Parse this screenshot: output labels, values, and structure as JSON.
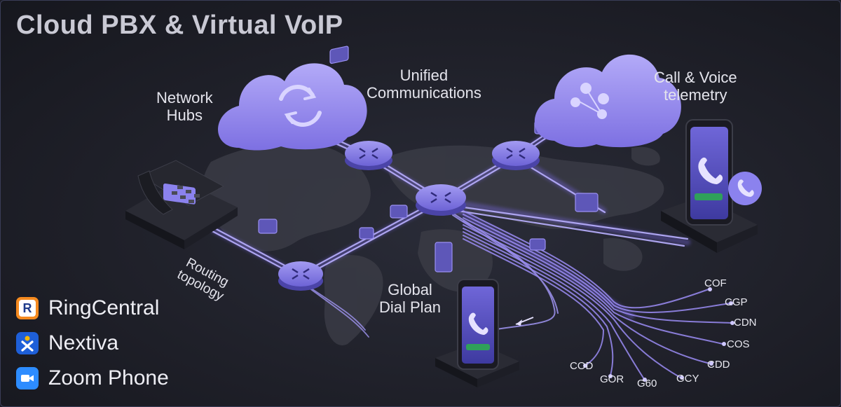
{
  "title": "Cloud PBX & Virtual VoIP",
  "labels": {
    "network_hubs": [
      "Network",
      "Hubs"
    ],
    "unified_comms": [
      "Unified",
      "Communications"
    ],
    "call_voice": [
      "Call & Voice",
      "telemetry"
    ],
    "routing": [
      "Routing",
      "topology"
    ],
    "global_dial": [
      "Global",
      "Dial Plan"
    ]
  },
  "endpoint_codes": [
    "COF",
    "CGP",
    "CDN",
    "COS",
    "CDD",
    "GCY",
    "G60",
    "GOR",
    "COD"
  ],
  "brands": [
    {
      "name": "RingCentral",
      "icon": "ringcentral-icon",
      "color": "#f58a1f"
    },
    {
      "name": "Nextiva",
      "icon": "nextiva-icon",
      "color": "#1e5fd8"
    },
    {
      "name": "Zoom Phone",
      "icon": "zoom-phone-icon",
      "color": "#2d8cff"
    }
  ],
  "colors": {
    "accent": "#8b80f0",
    "cloud": "#9a8ff2",
    "node": "#8a82e8",
    "line": "#7e6cf0"
  }
}
